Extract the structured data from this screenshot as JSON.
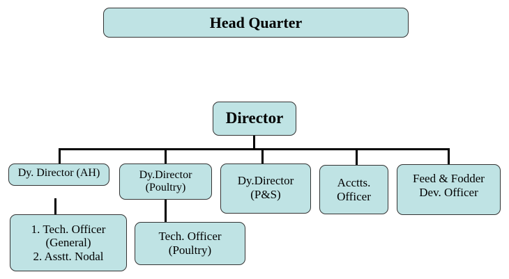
{
  "headquarter": {
    "label": "Head Quarter"
  },
  "director": {
    "label": "Director"
  },
  "deputies": [
    {
      "lines": [
        "Dy. Director (AH)"
      ]
    },
    {
      "lines": [
        "Dy.Director",
        "(Poultry)"
      ]
    },
    {
      "lines": [
        "Dy.Director",
        "(P&S)"
      ]
    },
    {
      "lines": [
        "Acctts.",
        "Officer"
      ]
    },
    {
      "lines": [
        "Feed & Fodder",
        "Dev. Officer"
      ]
    }
  ],
  "sub_units": {
    "ah_staff": {
      "lines": [
        "1. Tech. Officer",
        "(General)",
        "2. Asstt. Nodal"
      ]
    },
    "poultry_staff": {
      "lines": [
        "Tech. Officer",
        "(Poultry)"
      ]
    }
  },
  "colors": {
    "box_fill": "#bfe3e4",
    "box_border": "#333333",
    "connector": "#000000"
  }
}
